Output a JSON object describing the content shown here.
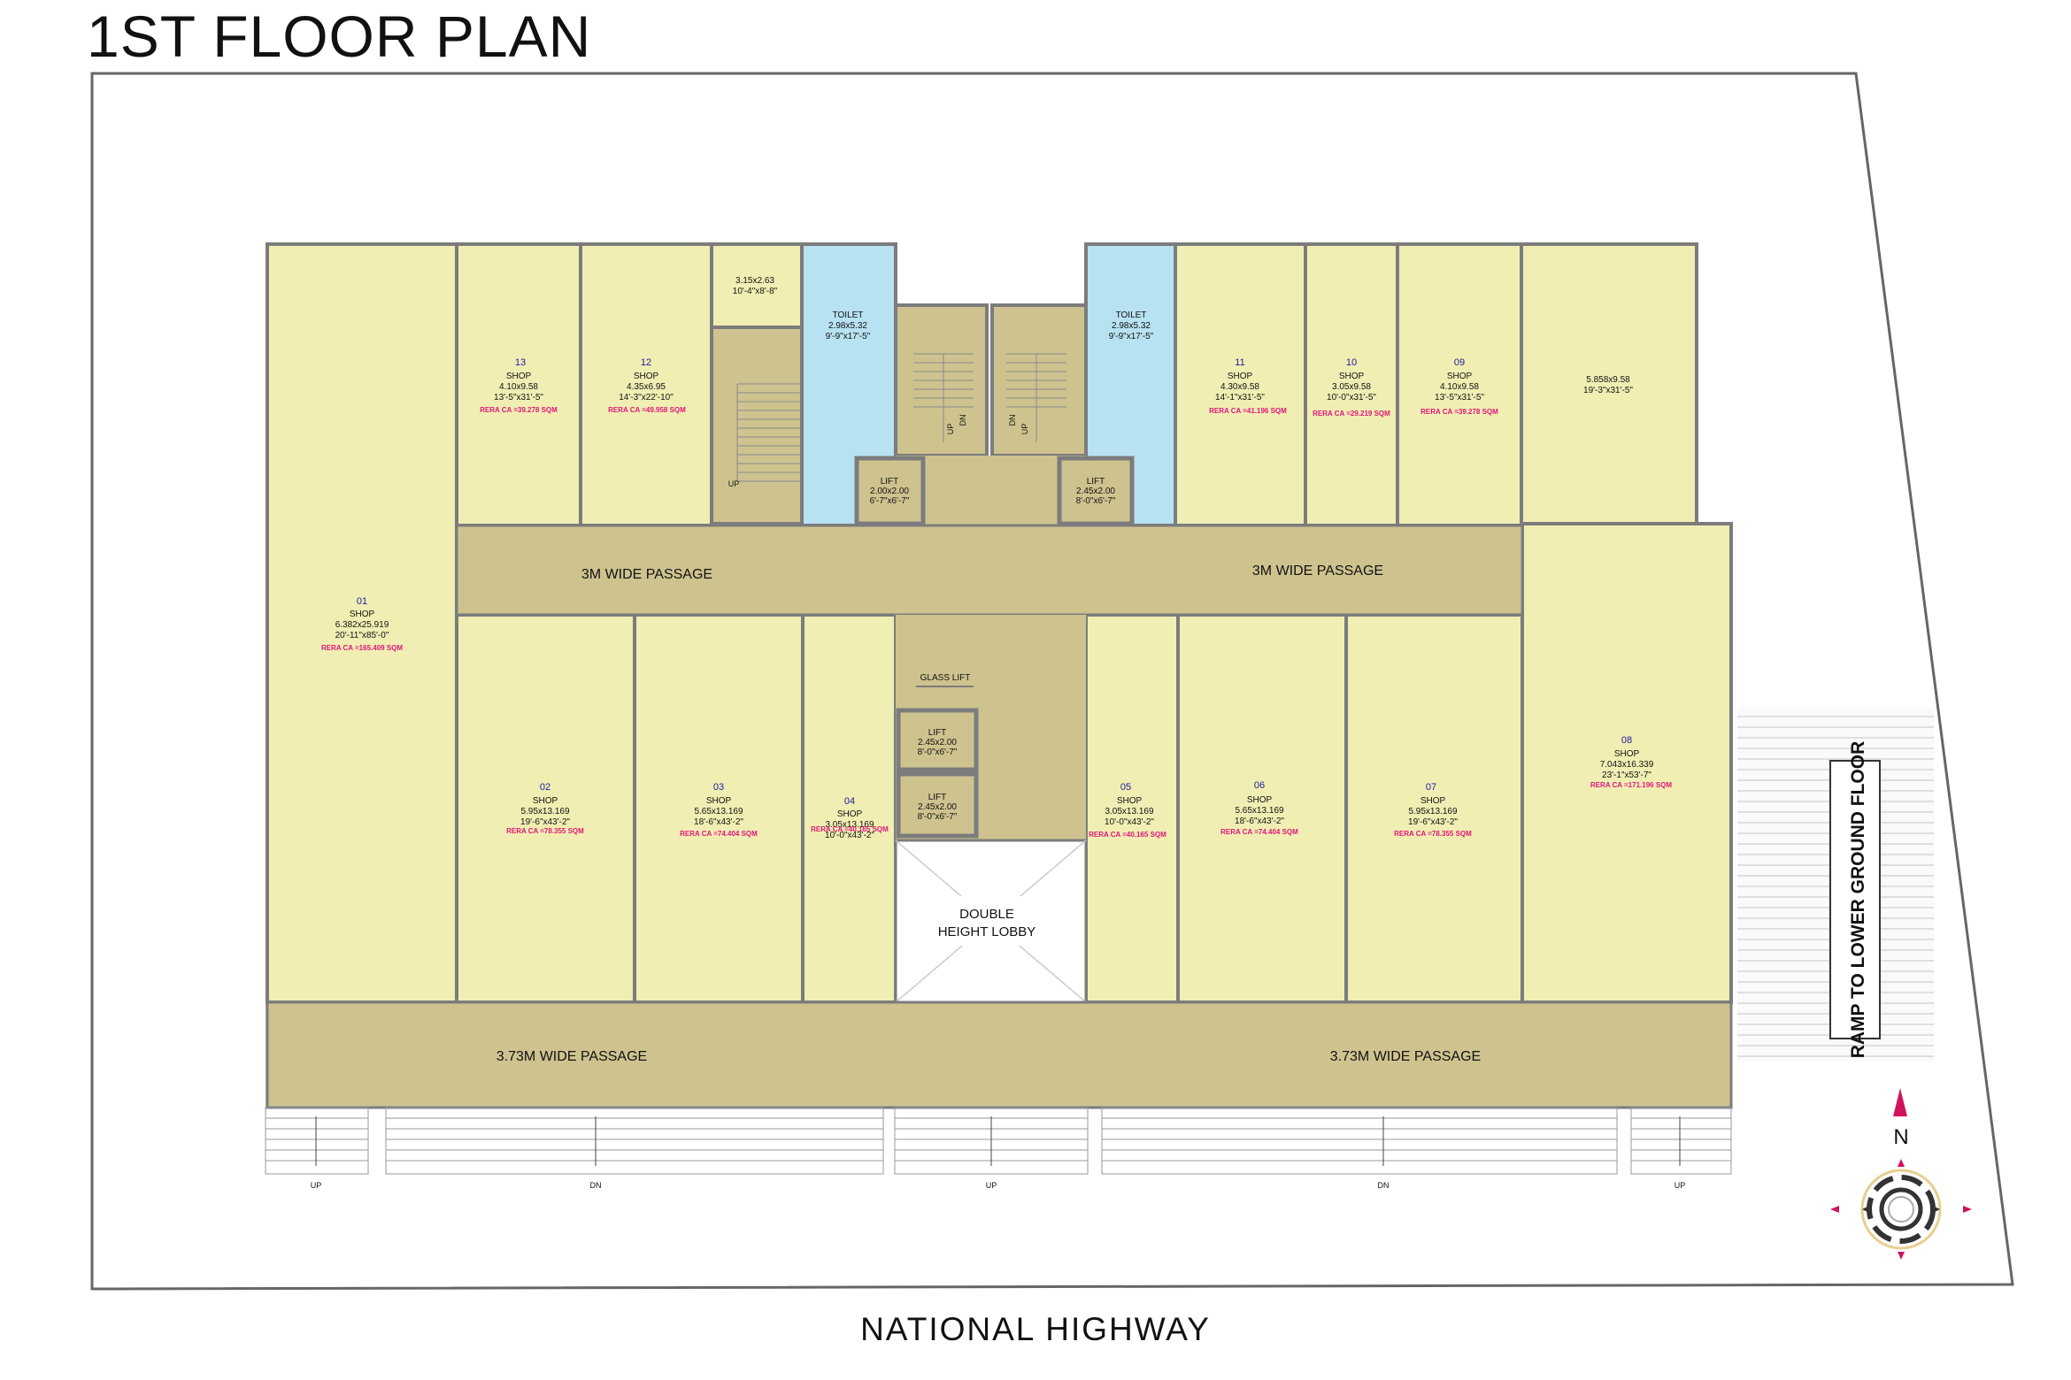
{
  "title": "1ST FLOOR PLAN",
  "road": "NATIONAL HIGHWAY",
  "ramp_label": "RAMP TO LOWER GROUND FLOOR",
  "north": "N",
  "colors": {
    "shop": "#f1eeb3",
    "passage": "#cec38f",
    "toilet": "#b7e2f2",
    "wall": "#7c7c7c"
  },
  "shops": [
    {
      "id": "01",
      "type": "SHOP",
      "size": "6.382x25.919",
      "ft": "20'-11\"x85'-0\"",
      "rera": "RERA CA =165.409 SQM"
    },
    {
      "id": "02",
      "type": "SHOP",
      "size": "5.95x13.169",
      "ft": "19'-6\"x43'-2\"",
      "rera": "RERA CA =78.355 SQM"
    },
    {
      "id": "03",
      "type": "SHOP",
      "size": "5.65x13.169",
      "ft": "18'-6\"x43'-2\"",
      "rera": "RERA CA =74.404 SQM"
    },
    {
      "id": "04",
      "type": "SHOP",
      "size": "3.05x13.169",
      "ft": "10'-0\"x43'-2\"",
      "rera": "RERA CA =40.165 SQM"
    },
    {
      "id": "05",
      "type": "SHOP",
      "size": "3.05x13.169",
      "ft": "10'-0\"x43'-2\"",
      "rera": "RERA CA =40.165 SQM"
    },
    {
      "id": "06",
      "type": "SHOP",
      "size": "5.65x13.169",
      "ft": "18'-6\"x43'-2\"",
      "rera": "RERA CA =74.404 SQM"
    },
    {
      "id": "07",
      "type": "SHOP",
      "size": "5.95x13.169",
      "ft": "19'-6\"x43'-2\"",
      "rera": "RERA CA =78.355 SQM"
    },
    {
      "id": "08",
      "type": "SHOP",
      "size": "7.043x16.339",
      "ft": "23'-1\"x53'-7\"",
      "rera": "RERA CA =171.196 SQM"
    },
    {
      "id": "09",
      "type": "SHOP",
      "size": "4.10x9.58",
      "ft": "13'-5\"x31'-5\"",
      "rera": "RERA CA =39.278 SQM"
    },
    {
      "id": "10",
      "type": "SHOP",
      "size": "3.05x9.58",
      "ft": "10'-0\"x31'-5\"",
      "rera": "RERA CA =29.219 SQM"
    },
    {
      "id": "11",
      "type": "SHOP",
      "size": "4.30x9.58",
      "ft": "14'-1\"x31'-5\"",
      "rera": "RERA CA =41.196 SQM"
    },
    {
      "id": "12",
      "type": "SHOP",
      "size": "4.35x6.95",
      "ft": "14'-3\"x22'-10\"",
      "rera": "RERA CA =49.958 SQM"
    },
    {
      "id": "13",
      "type": "SHOP",
      "size": "4.10x9.58",
      "ft": "13'-5\"x31'-5\"",
      "rera": "RERA CA =39.278 SQM"
    }
  ],
  "rooms": {
    "nw_room": {
      "size": "3.15x2.63",
      "ft": "10'-4\"x8'-8\""
    },
    "ne_room": {
      "size": "5.858x9.58",
      "ft": "19'-3\"x31'-5\""
    },
    "toilet_left": {
      "name": "TOILET",
      "size": "2.98x5.32",
      "ft": "9'-9\"x17'-5\""
    },
    "toilet_right": {
      "name": "TOILET",
      "size": "2.98x5.32",
      "ft": "9'-9\"x17'-5\""
    },
    "lift_left": {
      "name": "LIFT",
      "size": "2.00x2.00",
      "ft": "6'-7\"x6'-7\""
    },
    "lift_right": {
      "name": "LIFT",
      "size": "2.45x2.00",
      "ft": "8'-0\"x6'-7\""
    },
    "lift_c1": {
      "name": "LIFT",
      "size": "2.45x2.00",
      "ft": "8'-0\"x6'-7\""
    },
    "lift_c2": {
      "name": "LIFT",
      "size": "2.45x2.00",
      "ft": "8'-0\"x6'-7\""
    },
    "glass_lift": "GLASS LIFT",
    "lobby_line1": "DOUBLE",
    "lobby_line2": "HEIGHT LOBBY"
  },
  "passages": {
    "upper_left": "3M WIDE PASSAGE",
    "upper_right": "3M WIDE PASSAGE",
    "lower_left": "3.73M WIDE PASSAGE",
    "lower_right": "3.73M WIDE PASSAGE"
  },
  "stairs": {
    "up": "UP",
    "dn": "DN"
  },
  "steps": [
    "UP",
    "DN",
    "UP",
    "DN",
    "UP"
  ]
}
